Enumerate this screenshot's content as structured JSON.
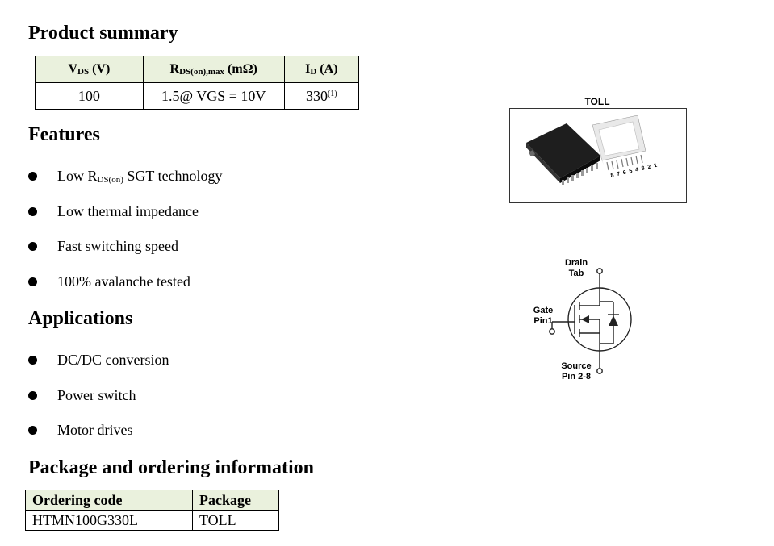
{
  "product_summary": {
    "title": "Product summary",
    "headers": [
      {
        "main": "V",
        "sub": "DS",
        "unit": " (V)"
      },
      {
        "main": "R",
        "sub": "DS(on),max",
        "unit": " (mΩ)"
      },
      {
        "main": "I",
        "sub": "D",
        "unit": " (A)"
      }
    ],
    "row": {
      "vds": "100",
      "rds": "1.5@ VGS = 10V",
      "id": "330",
      "id_note": "(1)"
    }
  },
  "features": {
    "title": "Features",
    "items": [
      {
        "pre": "Low R",
        "sub": "DS(on)",
        "post": " SGT technology"
      },
      {
        "pre": "Low thermal impedance",
        "sub": "",
        "post": ""
      },
      {
        "pre": "Fast switching speed",
        "sub": "",
        "post": ""
      },
      {
        "pre": "100% avalanche tested",
        "sub": "",
        "post": ""
      }
    ]
  },
  "applications": {
    "title": "Applications",
    "items": [
      "DC/DC conversion",
      "Power switch",
      "Motor drives"
    ]
  },
  "ordering": {
    "title": "Package and ordering information",
    "headers": [
      "Ordering code",
      "Package"
    ],
    "row": [
      "HTMN100G330L",
      "TOLL"
    ]
  },
  "package_image": {
    "label": "TOLL",
    "pin_numbers": "8 7 6 5 4 3 2 1"
  },
  "schematic": {
    "drain_label": "Drain",
    "drain_sub": "Tab",
    "gate_label": "Gate",
    "gate_sub": "Pin1",
    "source_label": "Source",
    "source_sub": "Pin 2-8"
  }
}
